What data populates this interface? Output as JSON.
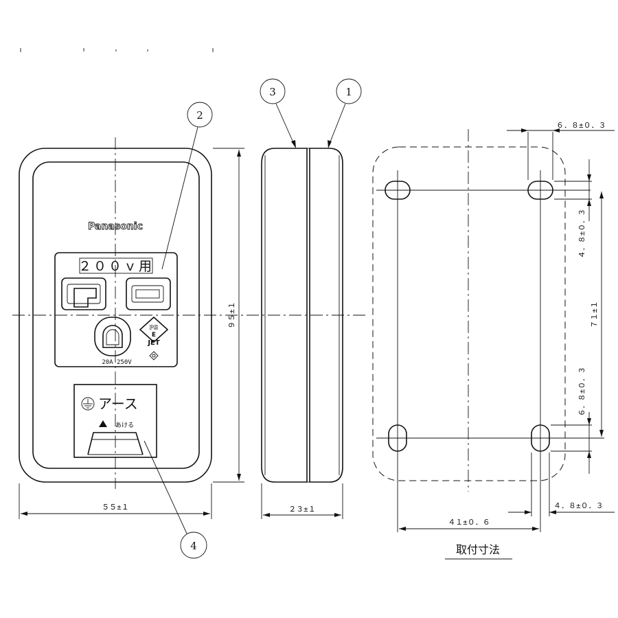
{
  "brand": "Panasonic",
  "voltage_label": "２００ｖ用",
  "rating": "20A 250V",
  "mark_ps": "PS",
  "mark_e": "E",
  "mark_jet": "JET",
  "earth_label": "アース",
  "open_label": "あける",
  "callouts": [
    "1",
    "2",
    "3",
    "4"
  ],
  "dimensions": {
    "width": "５５±１",
    "height": "９５±１",
    "depth": "２３±１",
    "hole_pitch_v": "７１±１",
    "hole_pitch_h": "４１±０．６",
    "slot_w_top": "６．８±０．３",
    "slot_h_top": "４．８±０．３",
    "slot_w_side": "６．８±０．３",
    "slot_h_bottom": "４．８±０．３"
  },
  "mount_title": "取付寸法"
}
